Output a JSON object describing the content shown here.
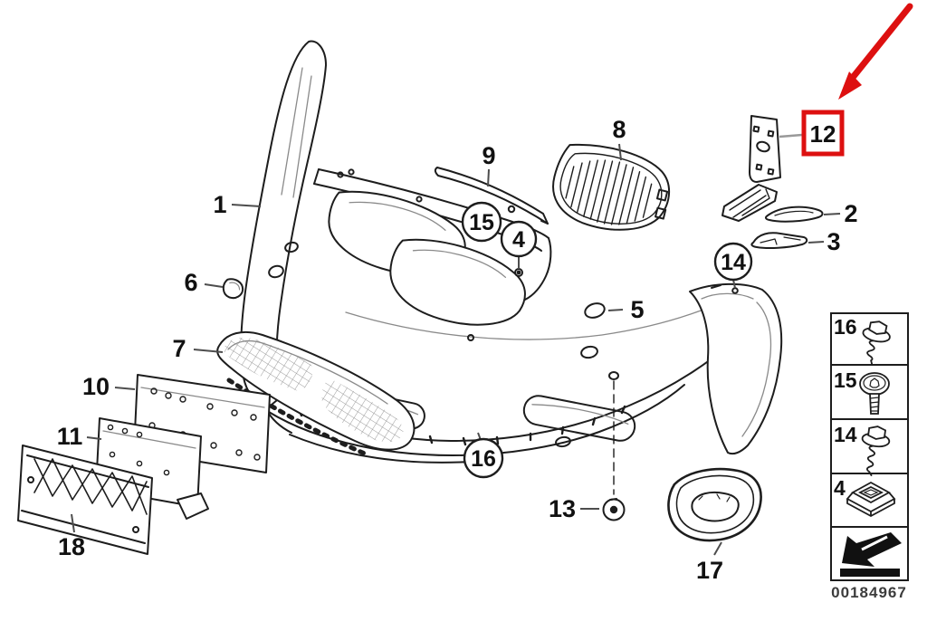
{
  "meta": {
    "background": "#ffffff",
    "line_color": "#1d1d1d",
    "secondary_line_color": "#8a8a8a",
    "highlight_red": "#dd1010",
    "description": "Exploded parts diagram of a car front bumper (trim mounting panel highlighted)"
  },
  "callouts": [
    {
      "label": "1",
      "kind": "plain"
    },
    {
      "label": "2",
      "kind": "plain"
    },
    {
      "label": "3",
      "kind": "plain"
    },
    {
      "label": "4",
      "kind": "circled"
    },
    {
      "label": "5",
      "kind": "plain"
    },
    {
      "label": "6",
      "kind": "plain"
    },
    {
      "label": "7",
      "kind": "plain"
    },
    {
      "label": "8",
      "kind": "plain"
    },
    {
      "label": "9",
      "kind": "plain"
    },
    {
      "label": "10",
      "kind": "plain"
    },
    {
      "label": "11",
      "kind": "plain"
    },
    {
      "label": "12",
      "kind": "boxed-red"
    },
    {
      "label": "13",
      "kind": "plain"
    },
    {
      "label": "14",
      "kind": "circled"
    },
    {
      "label": "15",
      "kind": "circled"
    },
    {
      "label": "16",
      "kind": "circled"
    },
    {
      "label": "17",
      "kind": "plain"
    },
    {
      "label": "18",
      "kind": "plain"
    }
  ],
  "highlight": {
    "boxed_callout": "12",
    "arrow_target": "boxed callout 12"
  },
  "legend": {
    "rows": [
      {
        "label": "16",
        "icon": "hex-flange-screw-icon"
      },
      {
        "label": "15",
        "icon": "torx-pan-screw-icon"
      },
      {
        "label": "14",
        "icon": "hex-flange-screw-long-icon"
      },
      {
        "label": "4",
        "icon": "square-clip-nut-icon"
      },
      {
        "label": "",
        "icon": "direction-arrow-icon"
      }
    ],
    "part_number": "00184967"
  }
}
